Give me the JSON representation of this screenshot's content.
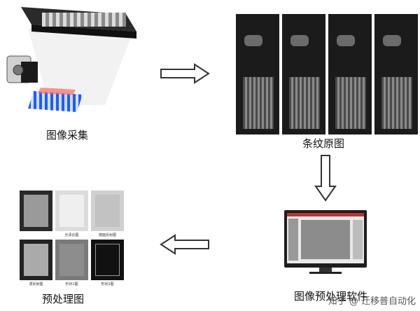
{
  "steps": {
    "acquisition": {
      "label": "图像采集"
    },
    "fringe": {
      "label": "条纹原图"
    },
    "software": {
      "label": "图像预处理软件"
    },
    "preprocess": {
      "label": "预处理图",
      "panels": [
        {
          "caption": ""
        },
        {
          "caption": "光泽比图"
        },
        {
          "caption": "镜面反射图"
        },
        {
          "caption": "漫反射图"
        },
        {
          "caption": "形状1图"
        },
        {
          "caption": "形状2图"
        }
      ]
    }
  },
  "arrows": [
    "right",
    "down",
    "left"
  ],
  "watermark": "知乎 @ 迁移普自动化",
  "colors": {
    "arrow_fill": "#ffffff",
    "arrow_stroke": "#333333",
    "projection": "#1f5bff"
  }
}
